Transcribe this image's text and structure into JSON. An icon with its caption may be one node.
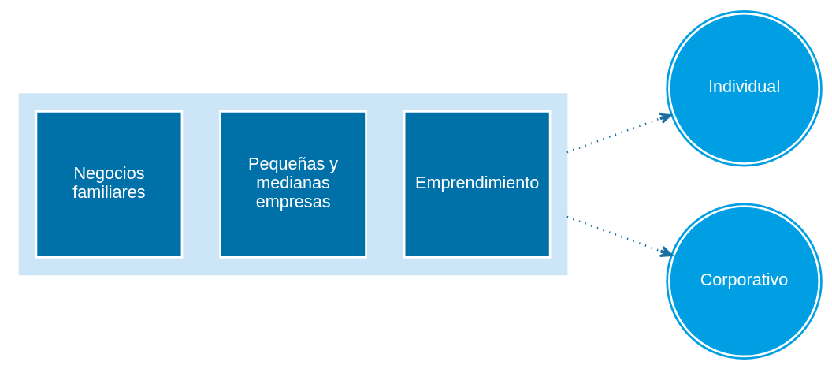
{
  "diagram": {
    "nodes": [
      {
        "text": [],
        "shape": "box"
      },
      {
        "text": [
          "Negocios familiares"
        ],
        "in": 0
      },
      {
        "text": [
          "Pequeñas y medianas empresas"
        ],
        "in": 0
      },
      {
        "text": [
          "Emprendimiento"
        ],
        "in": 0
      },
      {
        "text": [
          "Individual"
        ]
      },
      {
        "text": [
          "Corporativo"
        ]
      }
    ],
    "edges": [
      {
        "from": 0,
        "to": 4,
        "arrow": "to",
        "style": "dashed"
      },
      {
        "from": 0,
        "to": 5,
        "arrow": "to",
        "style": "dashed"
      }
    ]
  }
}
